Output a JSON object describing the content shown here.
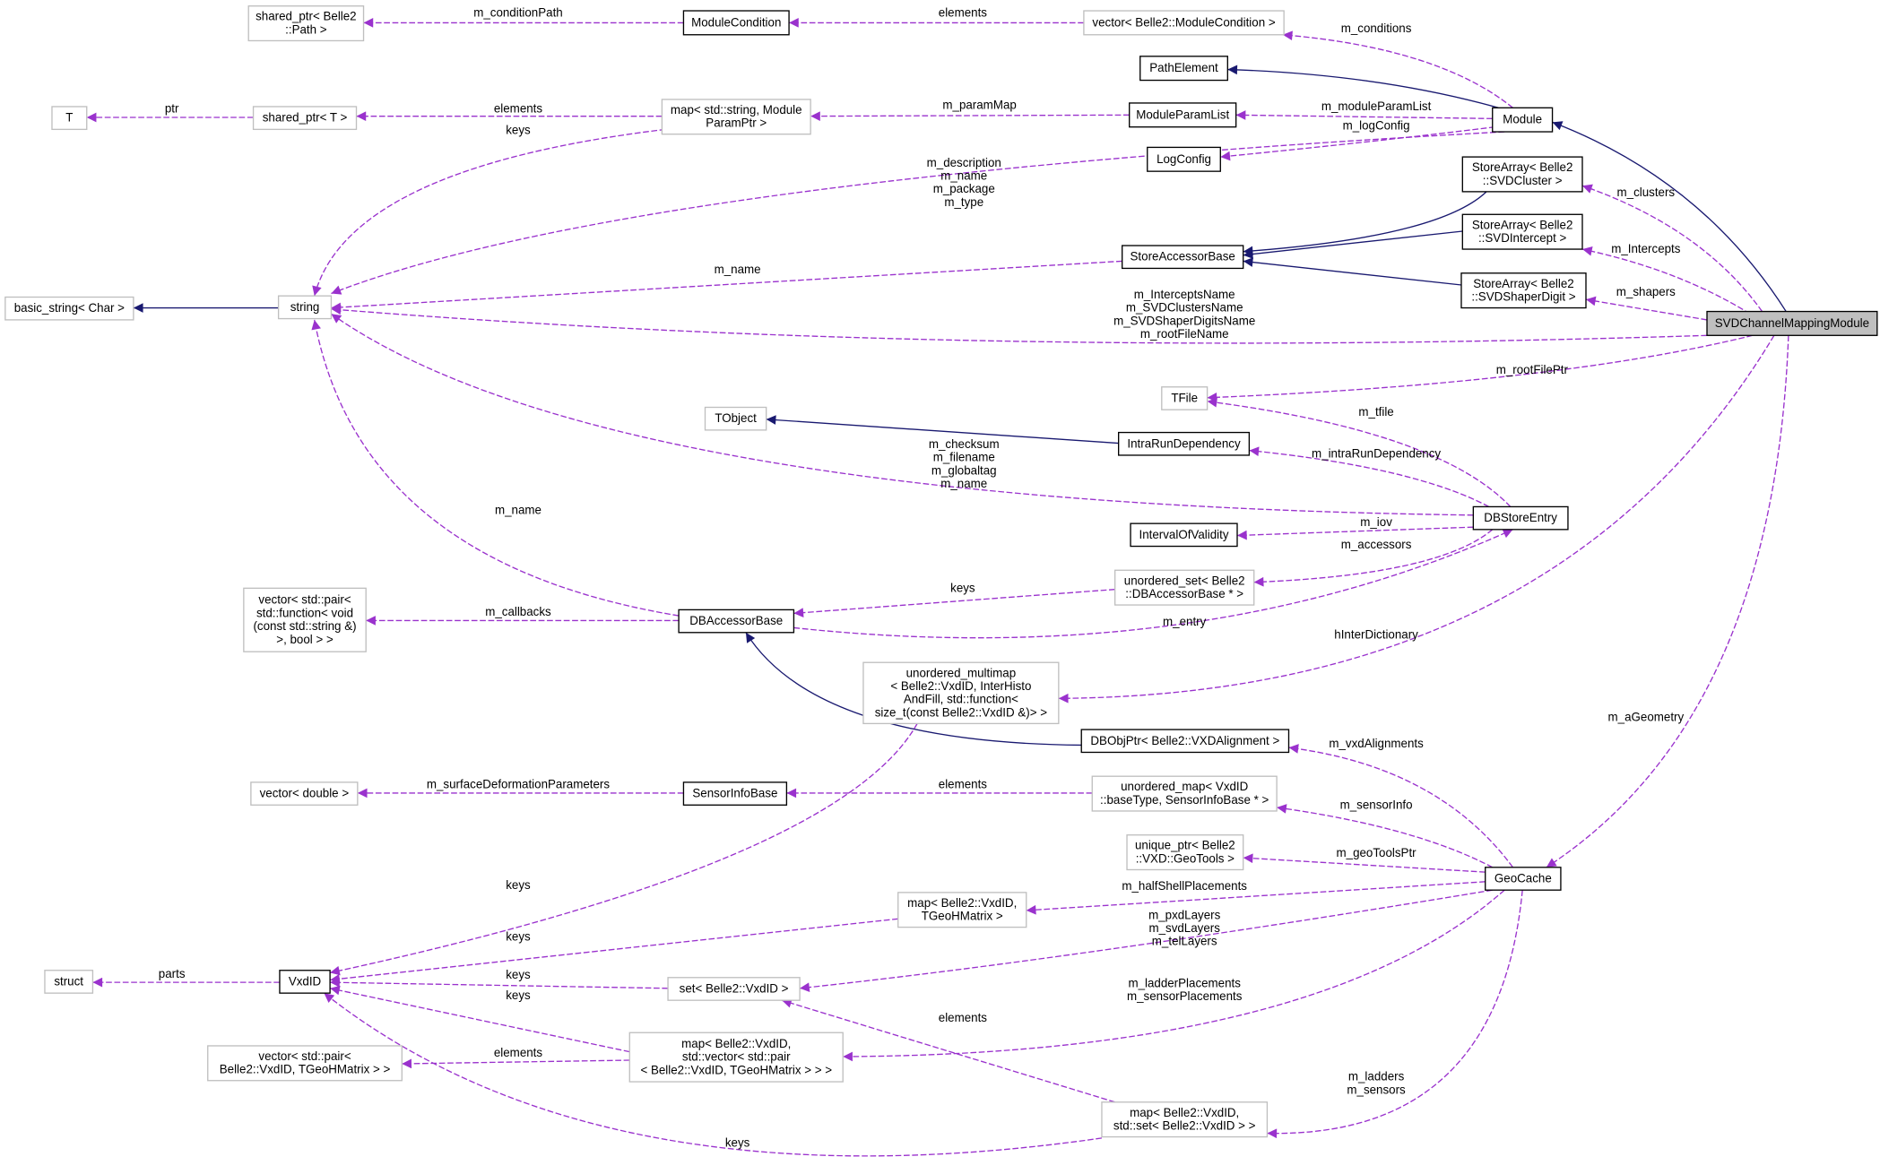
{
  "colors": {
    "usage_edge": "#9a32cd",
    "inheritance_edge": "#191970",
    "focus_fill": "#bfbfbf",
    "undocumented_border": "#bfbfbf"
  },
  "nodes": [
    {
      "id": "sp_path",
      "lines": [
        "shared_ptr< Belle2",
        "::Path >"
      ],
      "style": "undocumented"
    },
    {
      "id": "modcond",
      "lines": [
        "ModuleCondition"
      ],
      "style": "documented"
    },
    {
      "id": "vec_modcond",
      "lines": [
        "vector< Belle2::ModuleCondition >"
      ],
      "style": "undocumented"
    },
    {
      "id": "pathelem",
      "lines": [
        "PathElement"
      ],
      "style": "documented"
    },
    {
      "id": "T",
      "lines": [
        "T"
      ],
      "style": "undocumented"
    },
    {
      "id": "sp_T",
      "lines": [
        "shared_ptr< T >"
      ],
      "style": "undocumented"
    },
    {
      "id": "map_param",
      "lines": [
        "map< std::string, Module",
        "ParamPtr >"
      ],
      "style": "undocumented"
    },
    {
      "id": "modparamlist",
      "lines": [
        "ModuleParamList"
      ],
      "style": "documented"
    },
    {
      "id": "module",
      "lines": [
        "Module"
      ],
      "style": "documented"
    },
    {
      "id": "logconfig",
      "lines": [
        "LogConfig"
      ],
      "style": "documented"
    },
    {
      "id": "sa_cluster",
      "lines": [
        "StoreArray< Belle2",
        "::SVDCluster >"
      ],
      "style": "documented"
    },
    {
      "id": "sab",
      "lines": [
        "StoreAccessorBase"
      ],
      "style": "documented"
    },
    {
      "id": "sa_intercept",
      "lines": [
        "StoreArray< Belle2",
        "::SVDIntercept >"
      ],
      "style": "documented"
    },
    {
      "id": "basic_string",
      "lines": [
        "basic_string< Char >"
      ],
      "style": "undocumented"
    },
    {
      "id": "string",
      "lines": [
        "string"
      ],
      "style": "undocumented"
    },
    {
      "id": "sa_shaper",
      "lines": [
        "StoreArray< Belle2",
        "::SVDShaperDigit >"
      ],
      "style": "documented"
    },
    {
      "id": "svdcmm",
      "lines": [
        "SVDChannelMappingModule"
      ],
      "style": "focus"
    },
    {
      "id": "tfile",
      "lines": [
        "TFile"
      ],
      "style": "undocumented"
    },
    {
      "id": "tobject",
      "lines": [
        "TObject"
      ],
      "style": "undocumented"
    },
    {
      "id": "intrarun",
      "lines": [
        "IntraRunDependency"
      ],
      "style": "documented"
    },
    {
      "id": "dbstore",
      "lines": [
        "DBStoreEntry"
      ],
      "style": "documented"
    },
    {
      "id": "iov",
      "lines": [
        "IntervalOfValidity"
      ],
      "style": "documented"
    },
    {
      "id": "uset_dbab",
      "lines": [
        "unordered_set< Belle2",
        "::DBAccessorBase * >"
      ],
      "style": "undocumented"
    },
    {
      "id": "vec_callbacks",
      "lines": [
        "vector< std::pair<",
        "std::function< void",
        "(const std::string &)",
        ">, bool > >"
      ],
      "style": "undocumented"
    },
    {
      "id": "dbab",
      "lines": [
        "DBAccessorBase"
      ],
      "style": "documented"
    },
    {
      "id": "umultimap",
      "lines": [
        "unordered_multimap",
        "< Belle2::VxdID, InterHisto",
        "AndFill, std::function<",
        "size_t(const Belle2::VxdID &)> >"
      ],
      "style": "undocumented"
    },
    {
      "id": "dbobjptr",
      "lines": [
        "DBObjPtr< Belle2::VXDAlignment >"
      ],
      "style": "documented"
    },
    {
      "id": "vec_double",
      "lines": [
        "vector< double >"
      ],
      "style": "undocumented"
    },
    {
      "id": "sensorinfo",
      "lines": [
        "SensorInfoBase"
      ],
      "style": "documented"
    },
    {
      "id": "umap_sensor",
      "lines": [
        "unordered_map< VxdID",
        "::baseType, SensorInfoBase * >"
      ],
      "style": "undocumented"
    },
    {
      "id": "uptr_geotools",
      "lines": [
        "unique_ptr< Belle2",
        "::VXD::GeoTools >"
      ],
      "style": "undocumented"
    },
    {
      "id": "geocache",
      "lines": [
        "GeoCache"
      ],
      "style": "documented"
    },
    {
      "id": "map_tgeo",
      "lines": [
        "map< Belle2::VxdID,",
        "TGeoHMatrix >"
      ],
      "style": "undocumented"
    },
    {
      "id": "struct",
      "lines": [
        "struct"
      ],
      "style": "undocumented"
    },
    {
      "id": "vxdid",
      "lines": [
        "VxdID"
      ],
      "style": "documented"
    },
    {
      "id": "set_vxdid",
      "lines": [
        "set< Belle2::VxdID >"
      ],
      "style": "undocumented"
    },
    {
      "id": "vec_pair_tgeo",
      "lines": [
        "vector< std::pair<",
        "Belle2::VxdID, TGeoHMatrix > >"
      ],
      "style": "undocumented"
    },
    {
      "id": "map_vec_pair",
      "lines": [
        "map< Belle2::VxdID,",
        "std::vector< std::pair",
        "< Belle2::VxdID, TGeoHMatrix > > >"
      ],
      "style": "undocumented"
    },
    {
      "id": "map_set",
      "lines": [
        "map< Belle2::VxdID,",
        "std::set< Belle2::VxdID > >"
      ],
      "style": "undocumented"
    }
  ],
  "edges": [
    {
      "from": "modcond",
      "to": "sp_path",
      "kind": "usage",
      "label": [
        "m_conditionPath"
      ]
    },
    {
      "from": "vec_modcond",
      "to": "modcond",
      "kind": "usage",
      "label": [
        "elements"
      ]
    },
    {
      "from": "module",
      "to": "vec_modcond",
      "kind": "usage",
      "label": [
        "m_conditions"
      ]
    },
    {
      "from": "module",
      "to": "pathelem",
      "kind": "inheritance",
      "label": []
    },
    {
      "from": "sp_T",
      "to": "T",
      "kind": "usage",
      "label": [
        "ptr"
      ]
    },
    {
      "from": "map_param",
      "to": "sp_T",
      "kind": "usage",
      "label": [
        "elements"
      ]
    },
    {
      "from": "map_param",
      "to": "string",
      "kind": "usage",
      "label": [
        "keys"
      ]
    },
    {
      "from": "modparamlist",
      "to": "map_param",
      "kind": "usage",
      "label": [
        "m_paramMap"
      ]
    },
    {
      "from": "module",
      "to": "modparamlist",
      "kind": "usage",
      "label": [
        "m_moduleParamList"
      ]
    },
    {
      "from": "module",
      "to": "logconfig",
      "kind": "usage",
      "label": [
        "m_logConfig"
      ]
    },
    {
      "from": "module",
      "to": "string",
      "kind": "usage",
      "label": [
        "m_description",
        "m_name",
        "m_package",
        "m_type"
      ]
    },
    {
      "from": "svdcmm",
      "to": "module",
      "kind": "inheritance",
      "label": []
    },
    {
      "from": "sa_cluster",
      "to": "sab",
      "kind": "inheritance",
      "label": []
    },
    {
      "from": "sa_intercept",
      "to": "sab",
      "kind": "inheritance",
      "label": []
    },
    {
      "from": "sa_shaper",
      "to": "sab",
      "kind": "inheritance",
      "label": []
    },
    {
      "from": "sab",
      "to": "string",
      "kind": "usage",
      "label": [
        "m_name"
      ]
    },
    {
      "from": "string",
      "to": "basic_string",
      "kind": "inheritance",
      "label": []
    },
    {
      "from": "svdcmm",
      "to": "sa_cluster",
      "kind": "usage",
      "label": [
        "m_clusters"
      ]
    },
    {
      "from": "svdcmm",
      "to": "sa_intercept",
      "kind": "usage",
      "label": [
        "m_Intercepts"
      ]
    },
    {
      "from": "svdcmm",
      "to": "sa_shaper",
      "kind": "usage",
      "label": [
        "m_shapers"
      ]
    },
    {
      "from": "svdcmm",
      "to": "string",
      "kind": "usage",
      "label": [
        "m_InterceptsName",
        "m_SVDClustersName",
        "m_SVDShaperDigitsName",
        "m_rootFileName"
      ]
    },
    {
      "from": "svdcmm",
      "to": "tfile",
      "kind": "usage",
      "label": [
        "m_rootFilePtr"
      ]
    },
    {
      "from": "dbstore",
      "to": "tfile",
      "kind": "usage",
      "label": [
        "m_tfile"
      ]
    },
    {
      "from": "intrarun",
      "to": "tobject",
      "kind": "inheritance",
      "label": []
    },
    {
      "from": "dbstore",
      "to": "intrarun",
      "kind": "usage",
      "label": [
        "m_intraRunDependency"
      ]
    },
    {
      "from": "dbstore",
      "to": "string",
      "kind": "usage",
      "label": [
        "m_checksum",
        "m_filename",
        "m_globaltag",
        "m_name"
      ]
    },
    {
      "from": "dbstore",
      "to": "iov",
      "kind": "usage",
      "label": [
        "m_iov"
      ]
    },
    {
      "from": "dbstore",
      "to": "uset_dbab",
      "kind": "usage",
      "label": [
        "m_accessors"
      ]
    },
    {
      "from": "uset_dbab",
      "to": "dbab",
      "kind": "usage",
      "label": [
        "keys"
      ]
    },
    {
      "from": "dbab",
      "to": "dbstore",
      "kind": "usage",
      "label": [
        "m_entry"
      ]
    },
    {
      "from": "dbab",
      "to": "string",
      "kind": "usage",
      "label": [
        "m_name"
      ]
    },
    {
      "from": "dbab",
      "to": "vec_callbacks",
      "kind": "usage",
      "label": [
        "m_callbacks"
      ]
    },
    {
      "from": "svdcmm",
      "to": "umultimap",
      "kind": "usage",
      "label": [
        "hInterDictionary"
      ]
    },
    {
      "from": "dbobjptr",
      "to": "dbab",
      "kind": "inheritance",
      "label": []
    },
    {
      "from": "svdcmm",
      "to": "geocache",
      "kind": "usage",
      "label": [
        "m_aGeometry"
      ]
    },
    {
      "from": "geocache",
      "to": "dbobjptr",
      "kind": "usage",
      "label": [
        "m_vxdAlignments"
      ]
    },
    {
      "from": "umap_sensor",
      "to": "sensorinfo",
      "kind": "usage",
      "label": [
        "elements"
      ]
    },
    {
      "from": "geocache",
      "to": "umap_sensor",
      "kind": "usage",
      "label": [
        "m_sensorInfo"
      ]
    },
    {
      "from": "sensorinfo",
      "to": "vec_double",
      "kind": "usage",
      "label": [
        "m_surfaceDeformationParameters"
      ]
    },
    {
      "from": "geocache",
      "to": "uptr_geotools",
      "kind": "usage",
      "label": [
        "m_geoToolsPtr"
      ]
    },
    {
      "from": "geocache",
      "to": "map_tgeo",
      "kind": "usage",
      "label": [
        "m_halfShellPlacements"
      ]
    },
    {
      "from": "geocache",
      "to": "set_vxdid",
      "kind": "usage",
      "label": [
        "m_pxdLayers",
        "m_svdLayers",
        "m_telLayers"
      ]
    },
    {
      "from": "geocache",
      "to": "map_vec_pair",
      "kind": "usage",
      "label": [
        "m_ladderPlacements",
        "m_sensorPlacements"
      ]
    },
    {
      "from": "geocache",
      "to": "map_set",
      "kind": "usage",
      "label": [
        "m_ladders",
        "m_sensors"
      ]
    },
    {
      "from": "umultimap",
      "to": "vxdid",
      "kind": "usage",
      "label": [
        "keys"
      ]
    },
    {
      "from": "map_tgeo",
      "to": "vxdid",
      "kind": "usage",
      "label": [
        "keys"
      ]
    },
    {
      "from": "set_vxdid",
      "to": "vxdid",
      "kind": "usage",
      "label": [
        "keys"
      ]
    },
    {
      "from": "map_vec_pair",
      "to": "vxdid",
      "kind": "usage",
      "label": [
        "keys"
      ]
    },
    {
      "from": "map_vec_pair",
      "to": "vec_pair_tgeo",
      "kind": "usage",
      "label": [
        "elements"
      ]
    },
    {
      "from": "map_set",
      "to": "set_vxdid",
      "kind": "usage",
      "label": [
        "elements"
      ]
    },
    {
      "from": "map_set",
      "to": "vxdid",
      "kind": "usage",
      "label": [
        "keys"
      ]
    },
    {
      "from": "vxdid",
      "to": "struct",
      "kind": "usage",
      "label": [
        "parts"
      ]
    }
  ]
}
